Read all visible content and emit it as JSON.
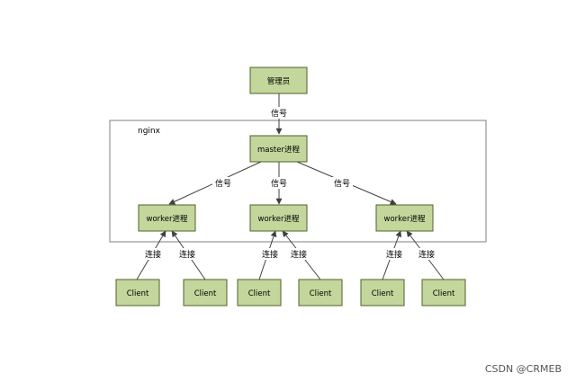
{
  "nodes": {
    "admin": "管理员",
    "master": "master进程",
    "worker": "worker进程",
    "client": "Client"
  },
  "container_label": "nginx",
  "edge_labels": {
    "signal": "信号",
    "connect": "连接"
  },
  "watermark": "CSDN @CRMEB"
}
